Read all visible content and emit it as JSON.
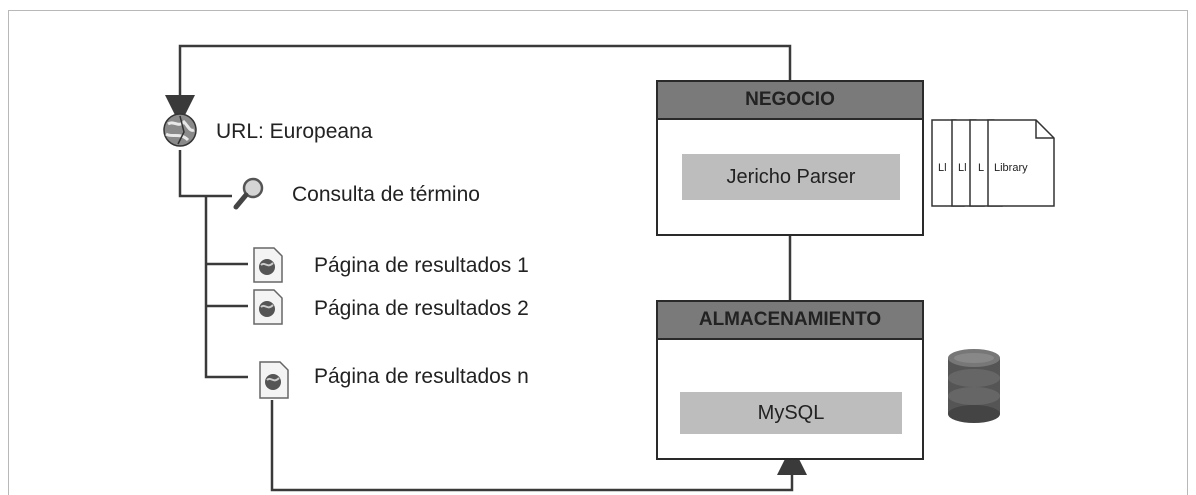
{
  "diagram": {
    "url_label": "URL: Europeana",
    "query_label": "Consulta de término",
    "results": [
      "Página de resultados 1",
      "Página de resultados 2",
      "Página de resultados n"
    ],
    "business": {
      "title": "NEGOCIO",
      "component": "Jericho Parser"
    },
    "storage": {
      "title": "ALMACENAMIENTO",
      "component": "MySQL"
    },
    "libraries": {
      "stack_labels": [
        "Ll",
        "Ll",
        "L"
      ],
      "front_label": "Library"
    }
  },
  "colors": {
    "header_fill": "#7a7a7a",
    "component_fill": "#bdbdbd",
    "line": "#3a3a3a"
  },
  "icons": [
    "globe-icon",
    "magnifier-icon",
    "web-page-icon",
    "database-icon",
    "library-documents-icon"
  ]
}
